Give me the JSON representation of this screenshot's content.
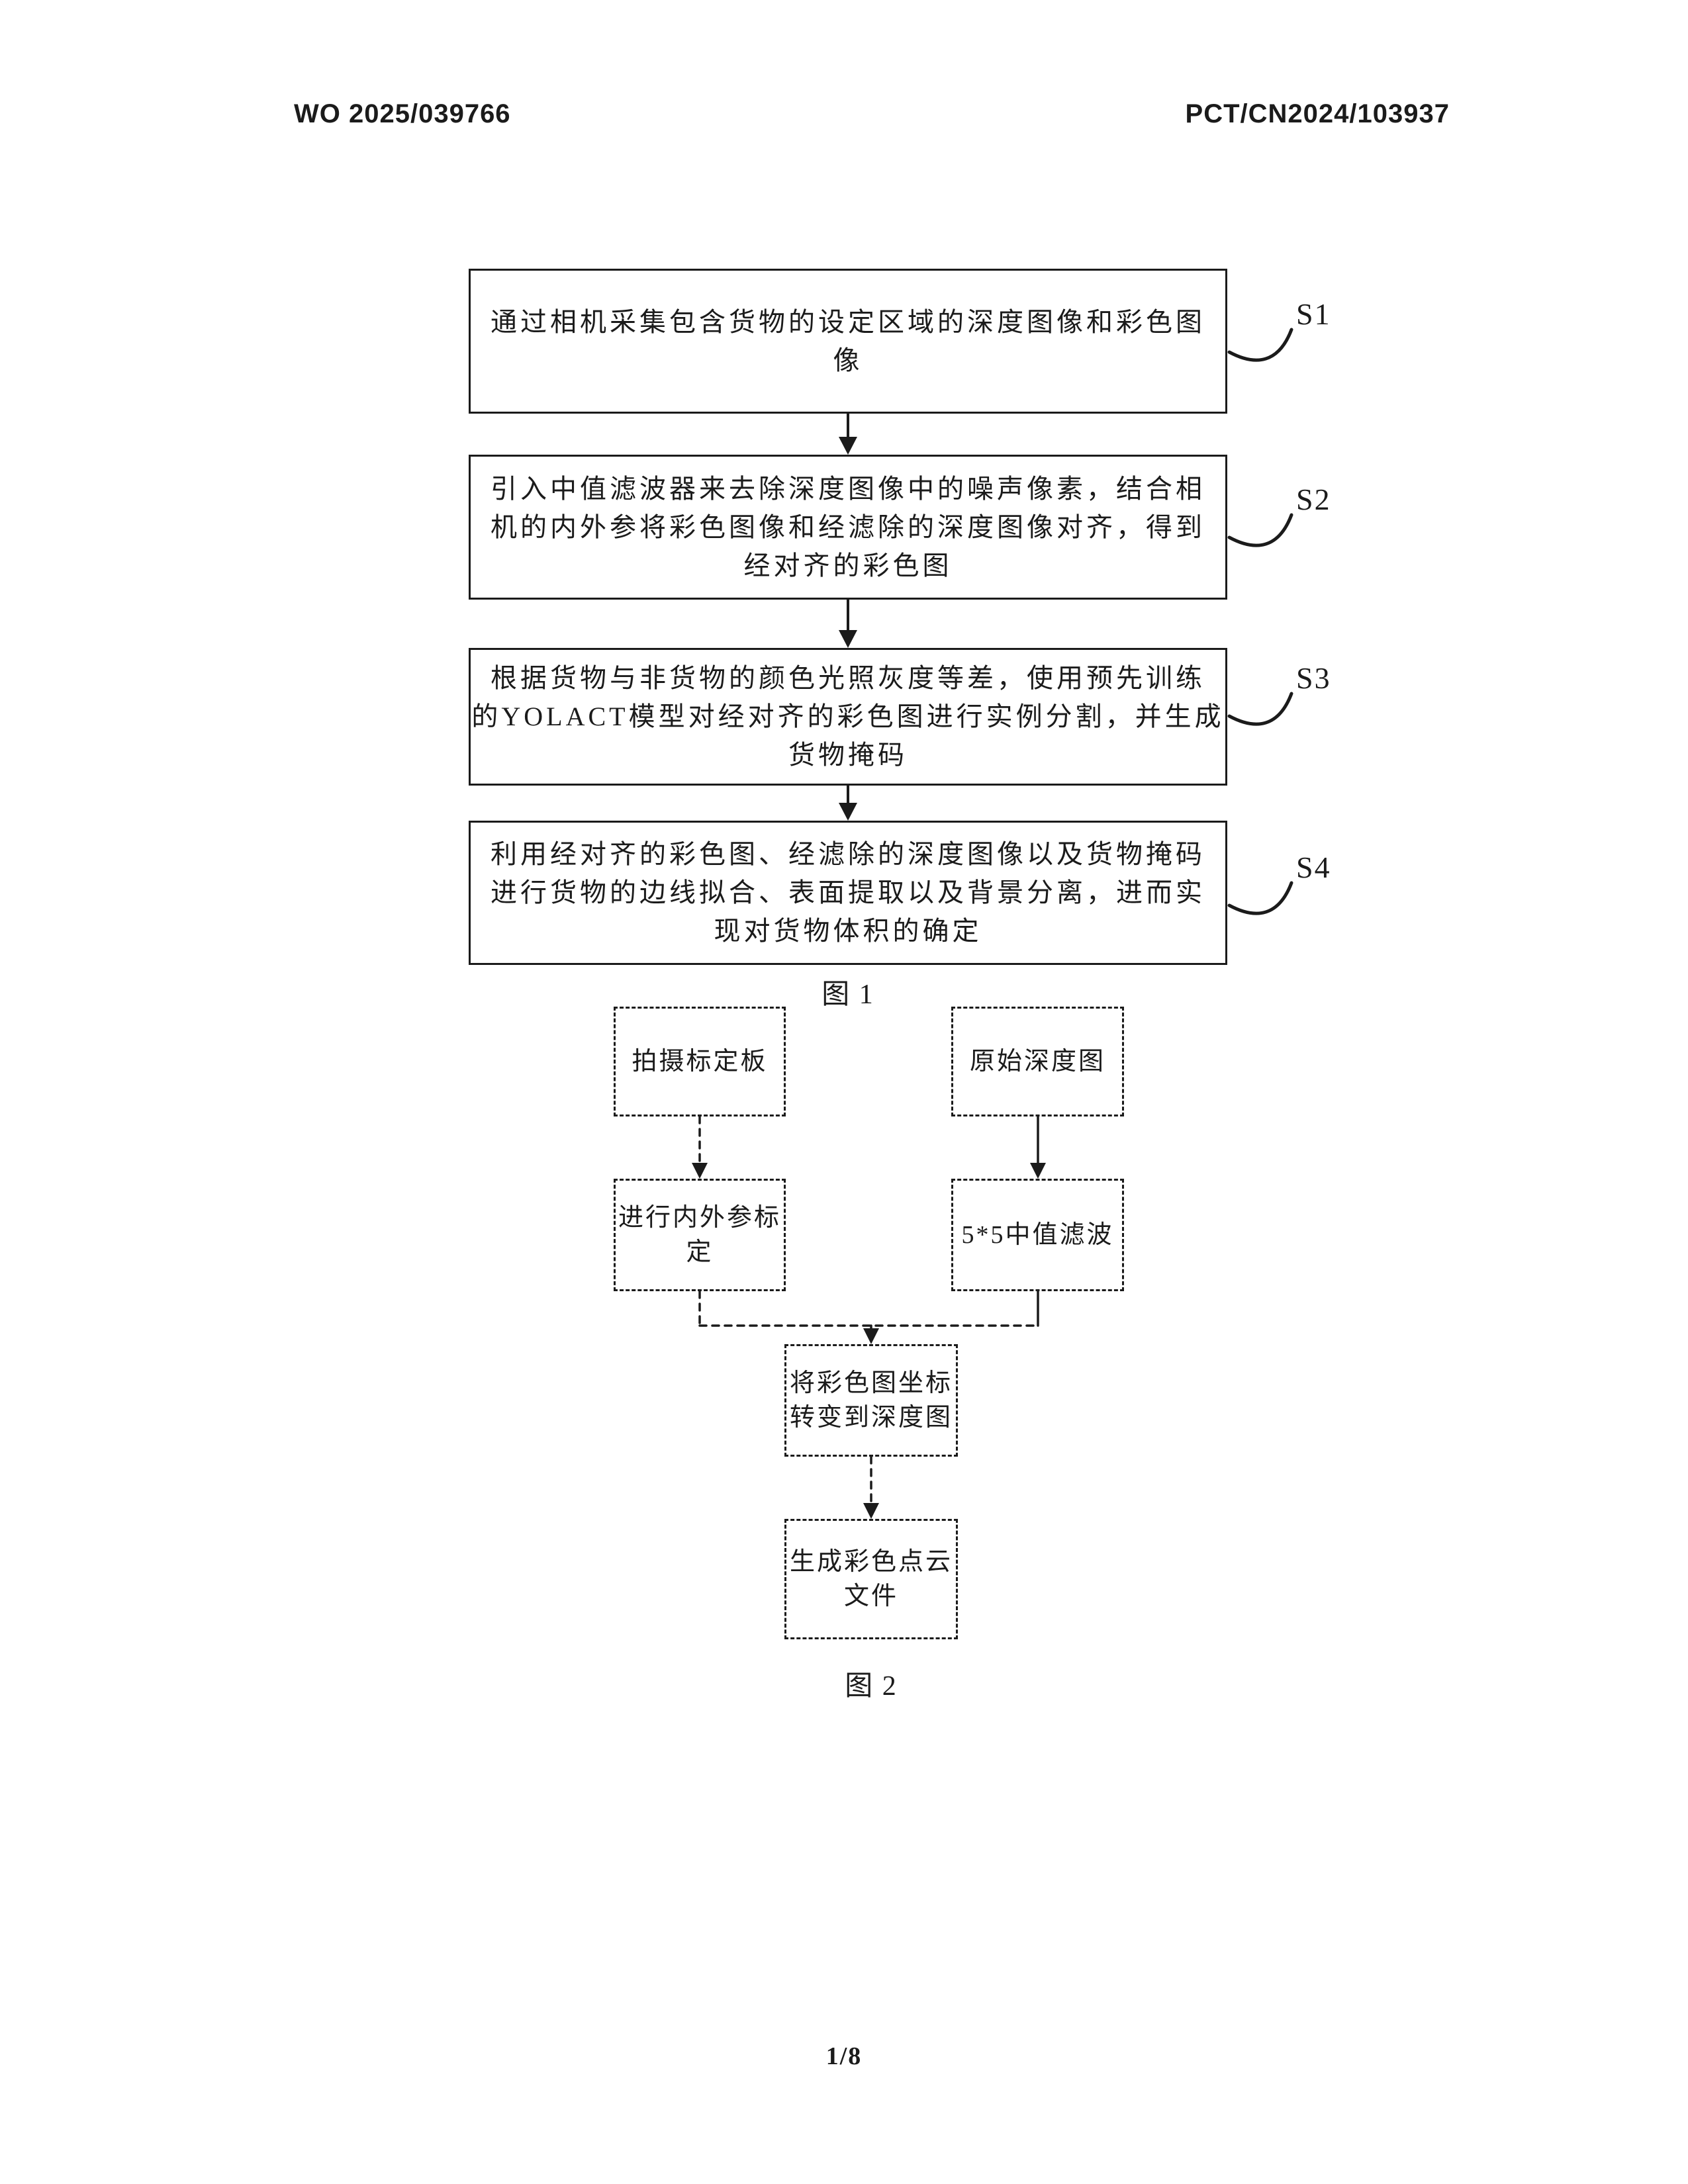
{
  "header": {
    "left": "WO 2025/039766",
    "right": "PCT/CN2024/103937"
  },
  "figure1": {
    "caption": "图 1",
    "steps": [
      {
        "label": "S1",
        "lines": [
          "通过相机采集包含货物的设定区域的深度图像和彩色图",
          "像"
        ]
      },
      {
        "label": "S2",
        "lines": [
          "引入中值滤波器来去除深度图像中的噪声像素，结合相",
          "机的内外参将彩色图像和经滤除的深度图像对齐，得到",
          "经对齐的彩色图"
        ]
      },
      {
        "label": "S3",
        "lines": [
          "根据货物与非货物的颜色光照灰度等差，使用预先训练",
          "的YOLACT模型对经对齐的彩色图进行实例分割，并生成",
          "货物掩码"
        ]
      },
      {
        "label": "S4",
        "lines": [
          "利用经对齐的彩色图、经滤除的深度图像以及货物掩码",
          "进行货物的边线拟合、表面提取以及背景分离，进而实",
          "现对货物体积的确定"
        ]
      }
    ]
  },
  "figure2": {
    "caption": "图 2",
    "nodes": {
      "capture": "拍摄标定板",
      "raw_depth": "原始深度图",
      "calibrate": [
        "进行内外参标",
        "定"
      ],
      "median": "5*5中值滤波",
      "transform": [
        "将彩色图坐标",
        "转变到深度图"
      ],
      "pointcloud": [
        "生成彩色点云",
        "文件"
      ]
    }
  },
  "footer": {
    "page": "1/8"
  },
  "colors": {
    "ink": "#1b1b1b",
    "paper": "#ffffff"
  }
}
